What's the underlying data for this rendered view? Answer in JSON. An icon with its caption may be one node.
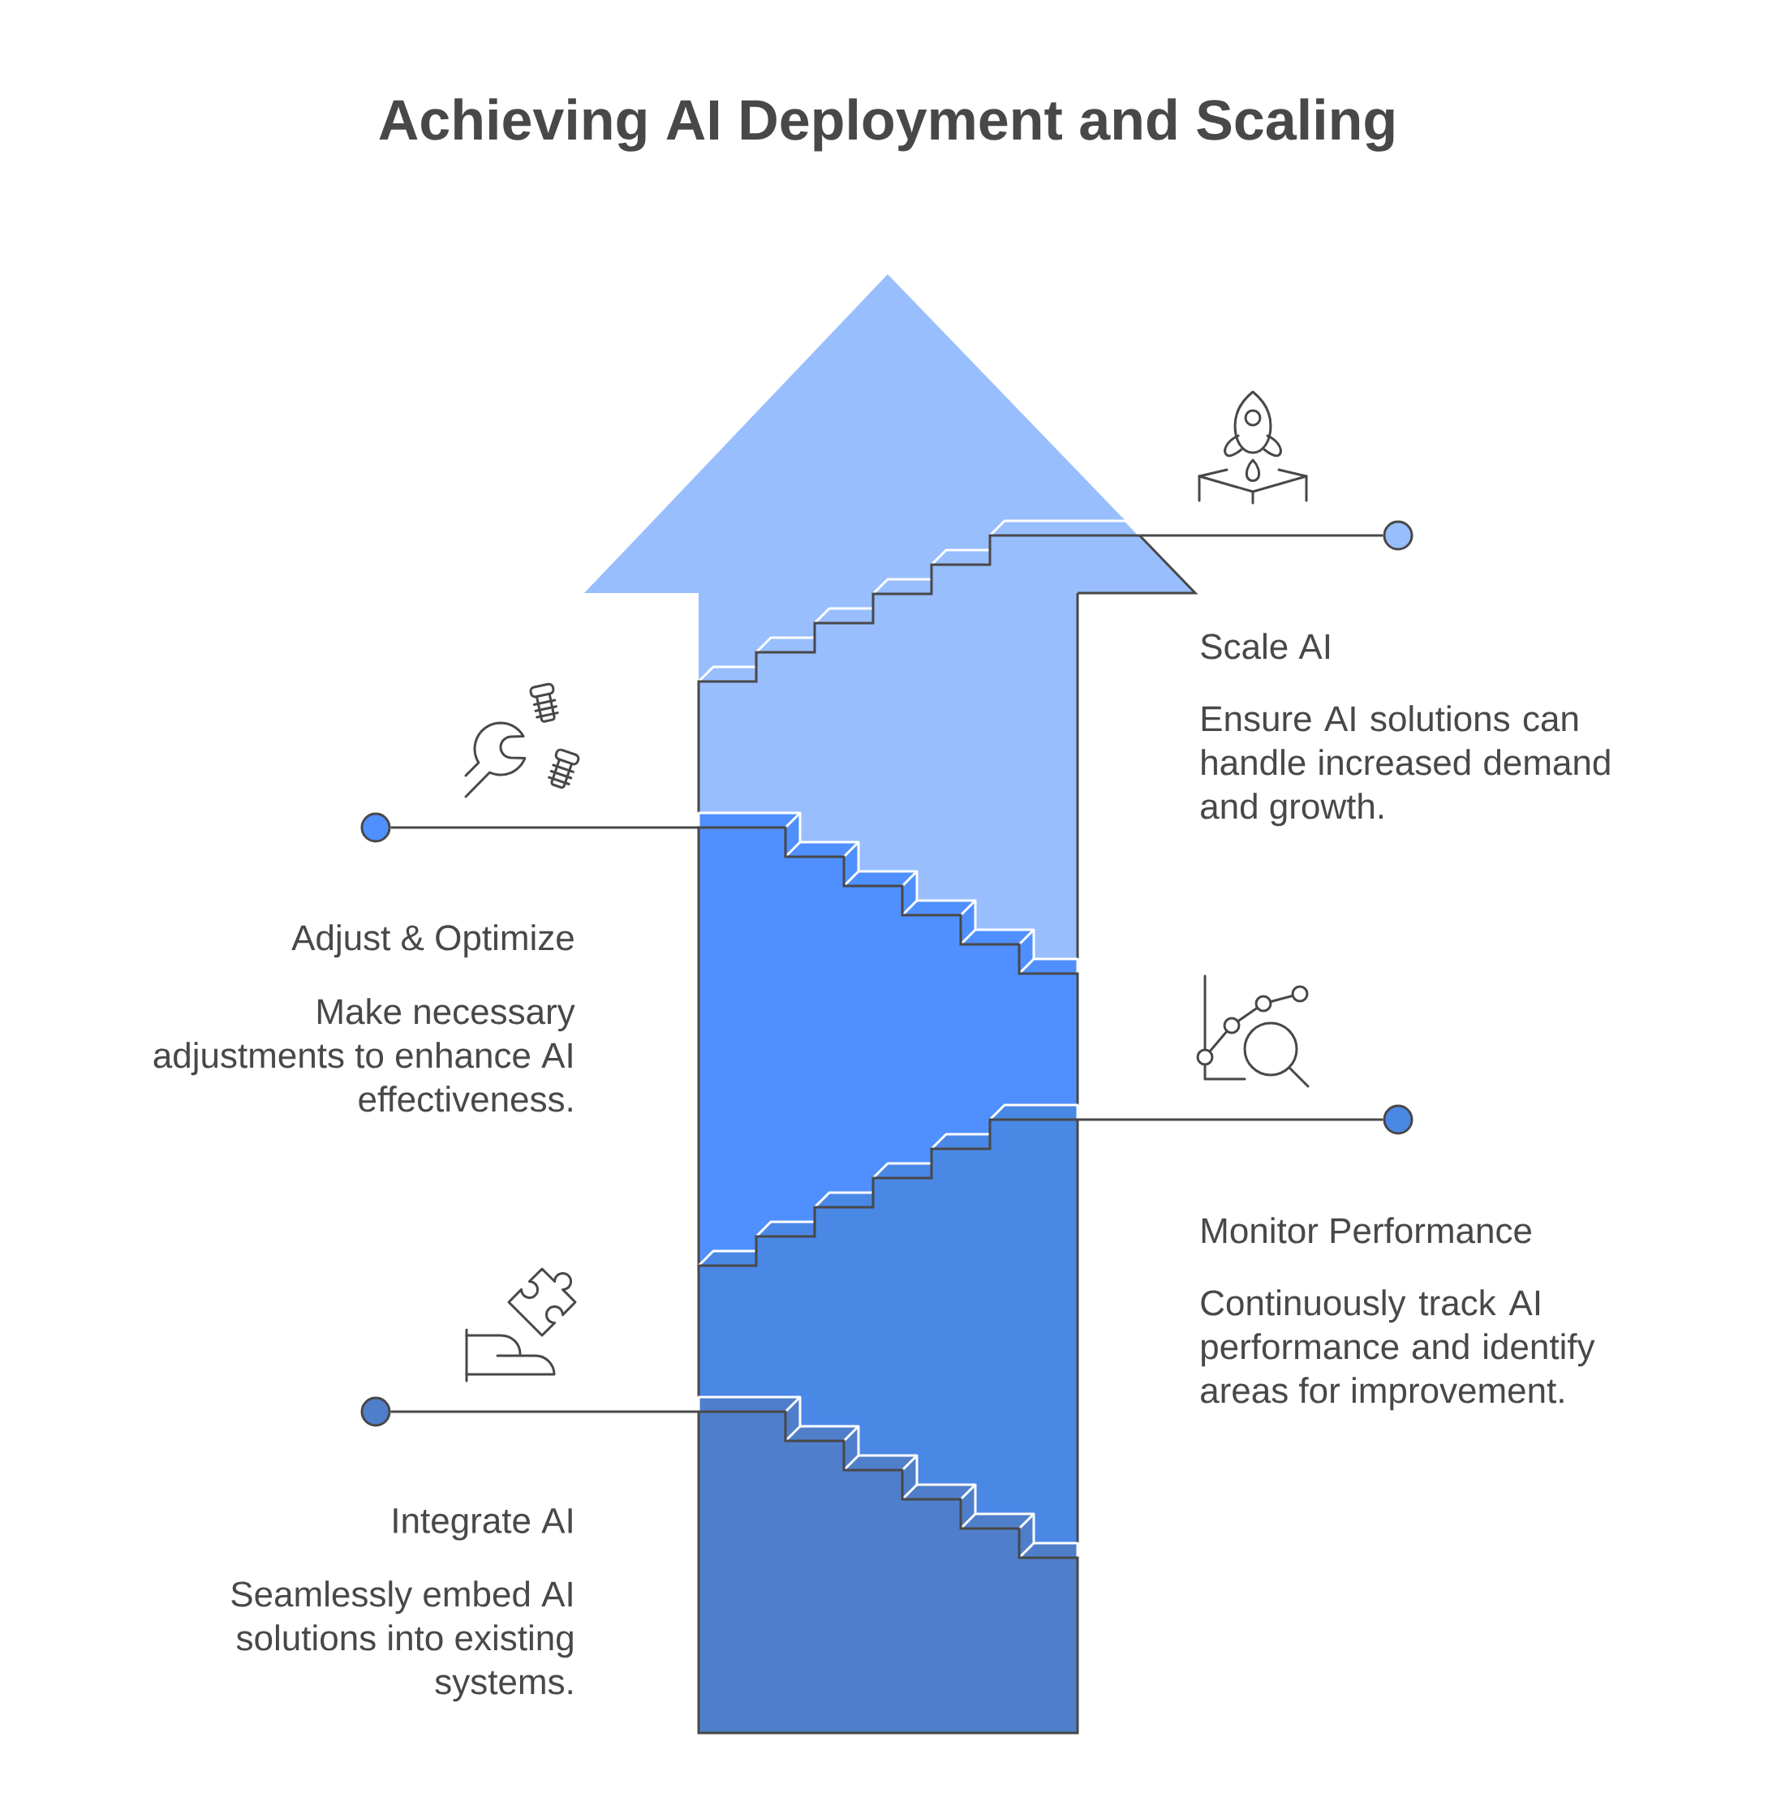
{
  "diagram": {
    "title": "Achieving AI Deployment and Scaling",
    "nodes": [
      {
        "text": [],
        "shape": "arrow"
      },
      {
        "text": [],
        "shape": "box"
      },
      {
        "text": [],
        "shape": "box"
      },
      {
        "text": [],
        "shape": "box"
      },
      {
        "text": [],
        "shape": "circle"
      },
      {
        "text": [],
        "shape": "circle"
      },
      {
        "text": [],
        "shape": "circle"
      },
      {
        "text": [],
        "shape": "circle"
      }
    ],
    "edges": [
      {
        "from": 4,
        "to": 0,
        "arrow": "none"
      },
      {
        "from": 5,
        "to": 1,
        "arrow": "none"
      },
      {
        "from": 6,
        "to": 2,
        "arrow": "none"
      },
      {
        "from": 7,
        "to": 3,
        "arrow": "none"
      }
    ],
    "labels": [
      "Scale AI",
      "Ensure AI solutions can handle increased demand and growth.",
      "Adjust & Optimize",
      "Make necessary adjustments to enhance AI effectiveness.",
      "Monitor Performance",
      "Continuously track AI performance and identify areas for improvement.",
      "Integrate AI",
      "Seamlessly embed AI solutions into existing systems."
    ]
  }
}
